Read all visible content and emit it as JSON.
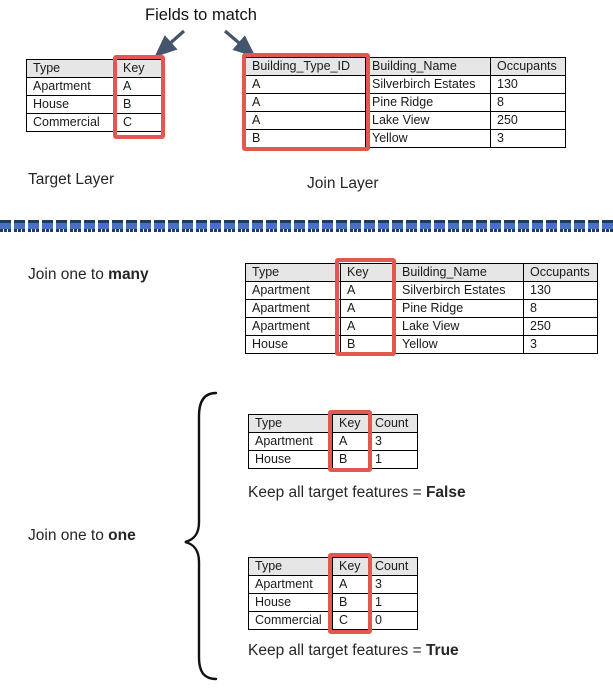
{
  "title": "Fields to match",
  "labels": {
    "target_layer": "Target Layer",
    "join_layer": "Join Layer",
    "join_many": {
      "prefix": "Join one to ",
      "bold": "many"
    },
    "join_one": {
      "prefix": "Join one to ",
      "bold": "one"
    },
    "keep_false": {
      "prefix": "Keep all target features = ",
      "bold": "False"
    },
    "keep_true": {
      "prefix": "Keep all target features = ",
      "bold": "True"
    }
  },
  "tables": {
    "target": {
      "headers": [
        "Type",
        "Key"
      ],
      "rows": [
        [
          "Apartment",
          "A"
        ],
        [
          "House",
          "B"
        ],
        [
          "Commercial",
          "C"
        ]
      ]
    },
    "join": {
      "headers": [
        "Building_Type_ID",
        "Building_Name",
        "Occupants"
      ],
      "rows": [
        [
          "A",
          "Silverbirch Estates",
          "130"
        ],
        [
          "A",
          "Pine Ridge",
          "8"
        ],
        [
          "A",
          "Lake View",
          "250"
        ],
        [
          "B",
          "Yellow",
          "3"
        ]
      ]
    },
    "one_to_many": {
      "headers": [
        "Type",
        "Key",
        "Building_Name",
        "Occupants"
      ],
      "rows": [
        [
          "Apartment",
          "A",
          "Silverbirch Estates",
          "130"
        ],
        [
          "Apartment",
          "A",
          "Pine Ridge",
          "8"
        ],
        [
          "Apartment",
          "A",
          "Lake View",
          "250"
        ],
        [
          "House",
          "B",
          "Yellow",
          "3"
        ]
      ]
    },
    "one_to_one_false": {
      "headers": [
        "Type",
        "Key",
        "Count"
      ],
      "rows": [
        [
          "Apartment",
          "A",
          "3"
        ],
        [
          "House",
          "B",
          "1"
        ]
      ]
    },
    "one_to_one_true": {
      "headers": [
        "Type",
        "Key",
        "Count"
      ],
      "rows": [
        [
          "Apartment",
          "A",
          "3"
        ],
        [
          "House",
          "B",
          "1"
        ],
        [
          "Commercial",
          "C",
          "0"
        ]
      ]
    }
  },
  "colors": {
    "highlight_red": "#e25750",
    "header_gray": "#e7e6e6",
    "arrow_navy": "#44546a",
    "divider_blue": "#4a6fc3",
    "divider_navy": "#1e3a66"
  }
}
